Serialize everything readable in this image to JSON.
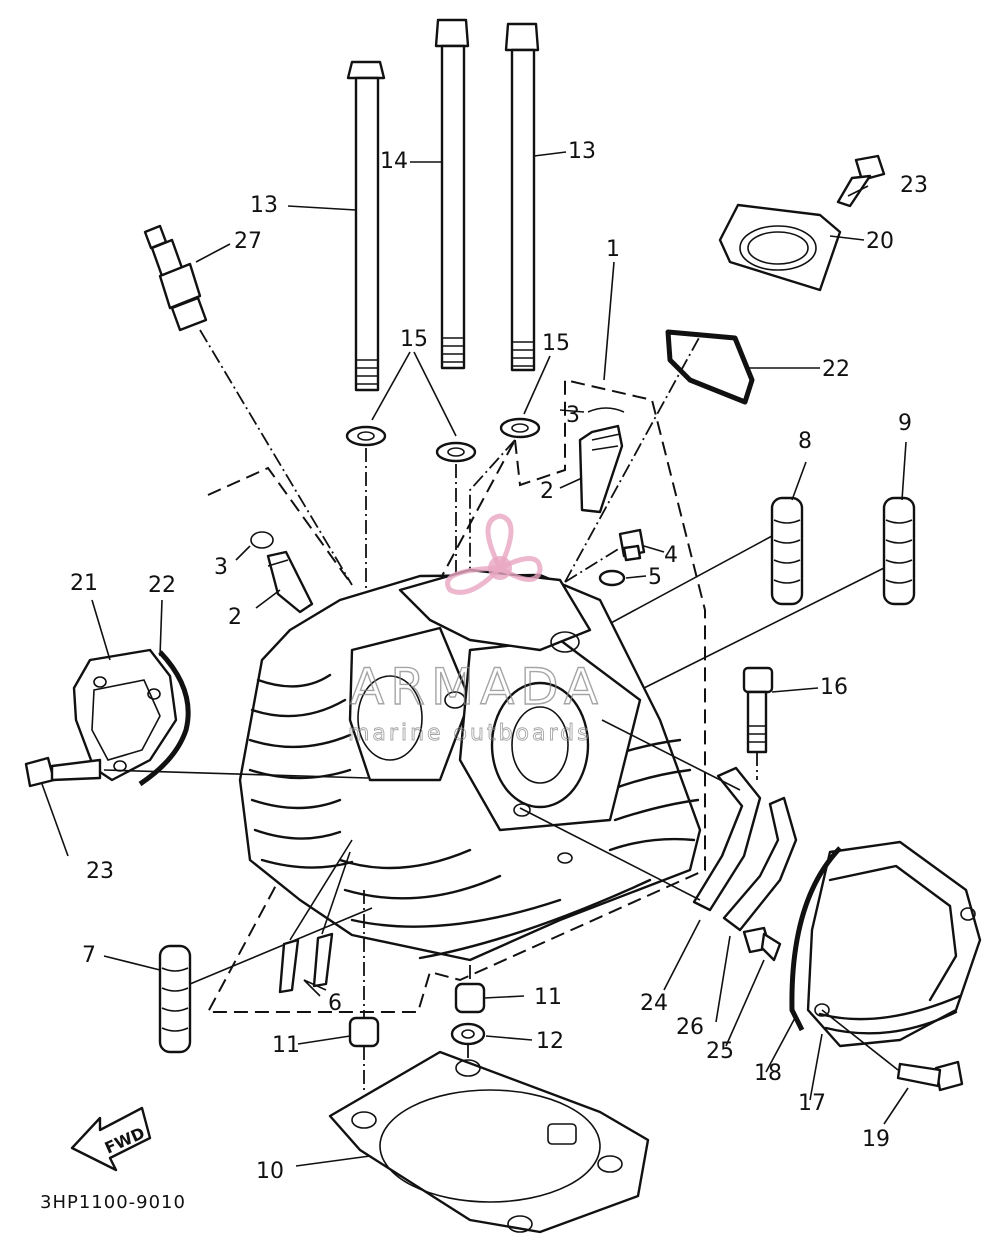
{
  "callouts": [
    "1",
    "2",
    "2",
    "3",
    "3",
    "4",
    "5",
    "6",
    "7",
    "8",
    "9",
    "10",
    "11",
    "11",
    "12",
    "13",
    "13",
    "14",
    "15",
    "15",
    "16",
    "17",
    "18",
    "19",
    "20",
    "21",
    "22",
    "22",
    "23",
    "23",
    "24",
    "25",
    "26",
    "27"
  ],
  "diagram_code": "3HP1100-9010",
  "fwd_label": "FWD",
  "watermark": {
    "brand": "ARMADA",
    "tagline": "marine outboards",
    "color": "#e8a6c2"
  }
}
